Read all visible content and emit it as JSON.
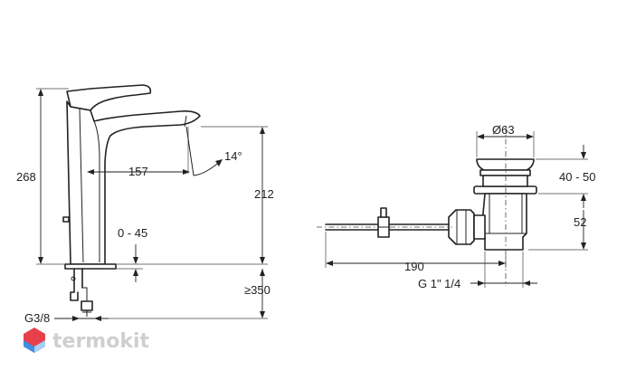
{
  "labels": {
    "height_total": "268",
    "spout_reach": "157",
    "spout_angle": "14°",
    "spout_height": "212",
    "deck_thickness": "0 - 45",
    "hose_length": "≥350",
    "connection_thread": "G3/8",
    "drain_diameter": "Ø63",
    "drain_head_height": "40 - 50",
    "drain_body_height": "52",
    "pull_rod_length": "190",
    "drain_thread": "G 1\" 1/4"
  },
  "watermark": {
    "brand": "termokit",
    "logo_colors": [
      "#e8404a",
      "#3d8fe0",
      "#a9cff2"
    ]
  }
}
